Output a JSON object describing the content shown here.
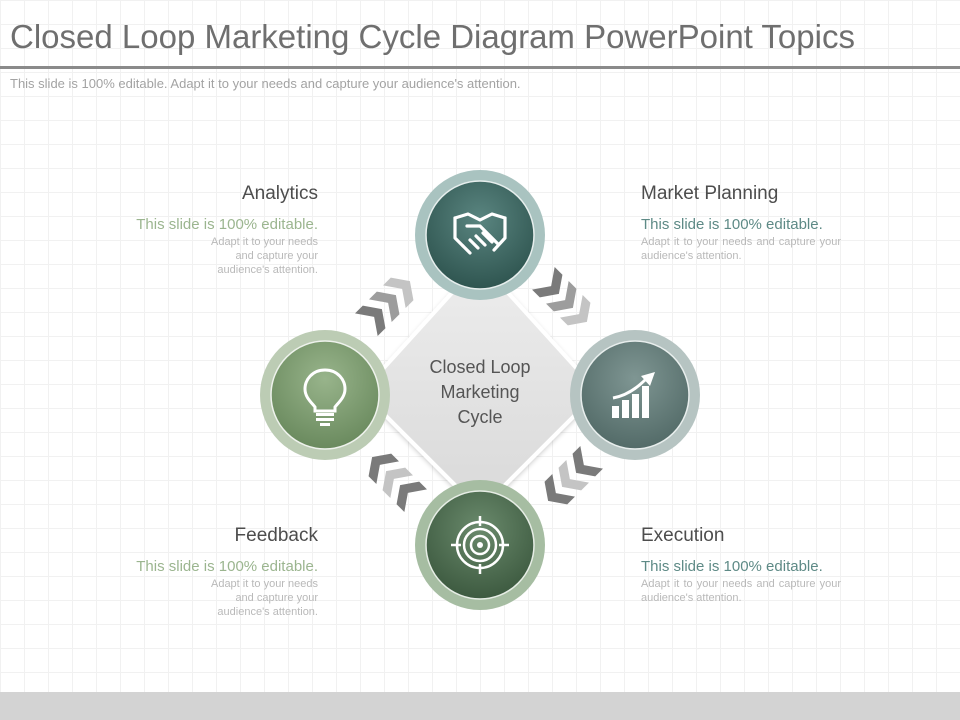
{
  "slide": {
    "title": "Closed Loop Marketing Cycle Diagram PowerPoint Topics",
    "subtitle": "This slide is 100% editable. Adapt it to your needs and capture your audience's attention."
  },
  "center": {
    "line1": "Closed Loop",
    "line2": "Marketing",
    "line3": "Cycle"
  },
  "nodes": [
    {
      "key": "top",
      "icon": "handshake-icon",
      "color": "#3f6b66"
    },
    {
      "key": "right",
      "icon": "growth-chart-icon",
      "color": "#667f7c"
    },
    {
      "key": "bottom",
      "icon": "target-icon",
      "color": "#4f6e52"
    },
    {
      "key": "left",
      "icon": "lightbulb-icon",
      "color": "#7f9c72"
    }
  ],
  "blocks": {
    "analytics": {
      "heading": "Analytics",
      "line1": "This slide is 100% editable.",
      "desc": "Adapt it to your needs and capture your audience's attention."
    },
    "market_planning": {
      "heading": "Market Planning",
      "line1": "This slide is 100% editable.",
      "desc": "Adapt it to your needs and capture your audience's attention."
    },
    "feedback": {
      "heading": "Feedback",
      "line1": "This slide is 100% editable.",
      "desc": "Adapt it to your needs and capture your audience's attention."
    },
    "execution": {
      "heading": "Execution",
      "line1": "This slide is 100% editable.",
      "desc": "Adapt it to your needs and capture your audience's attention."
    }
  },
  "colors": {
    "title_gray": "#6f6f6f",
    "green_text": "#9bb58f",
    "teal_text": "#5e8a86",
    "chevron_dark": "#7a7a7a",
    "chevron_mid": "#9d9d9d",
    "chevron_light": "#c4c4c4"
  }
}
